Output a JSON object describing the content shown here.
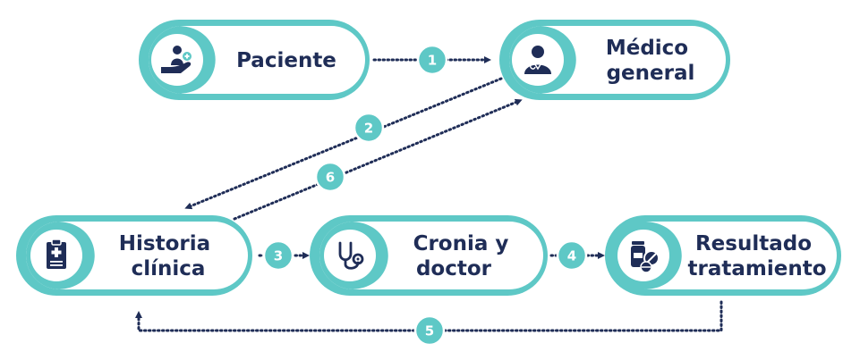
{
  "colors": {
    "accent": "#5ec8c6",
    "accent_dark": "#2fa8a8",
    "ink": "#1f2d57",
    "white": "#ffffff"
  },
  "nodes": [
    {
      "id": "paciente",
      "lines": [
        "Paciente"
      ],
      "icon": "patient-hand-icon"
    },
    {
      "id": "medico",
      "lines": [
        "Médico",
        "general"
      ],
      "icon": "doctor-icon"
    },
    {
      "id": "historia",
      "lines": [
        "Historia",
        "clínica"
      ],
      "icon": "clipboard-medical-icon"
    },
    {
      "id": "cronia",
      "lines": [
        "Cronia y",
        "doctor"
      ],
      "icon": "stethoscope-icon"
    },
    {
      "id": "resultado",
      "lines": [
        "Resultado",
        "tratamiento"
      ],
      "icon": "medicine-pills-icon"
    }
  ],
  "steps": [
    {
      "number": "1",
      "from": "paciente",
      "to": "medico"
    },
    {
      "number": "2",
      "from": "medico",
      "to": "historia"
    },
    {
      "number": "3",
      "from": "historia",
      "to": "cronia"
    },
    {
      "number": "4",
      "from": "cronia",
      "to": "resultado"
    },
    {
      "number": "5",
      "from": "resultado",
      "to": "historia"
    },
    {
      "number": "6",
      "from": "historia",
      "to": "medico"
    }
  ]
}
